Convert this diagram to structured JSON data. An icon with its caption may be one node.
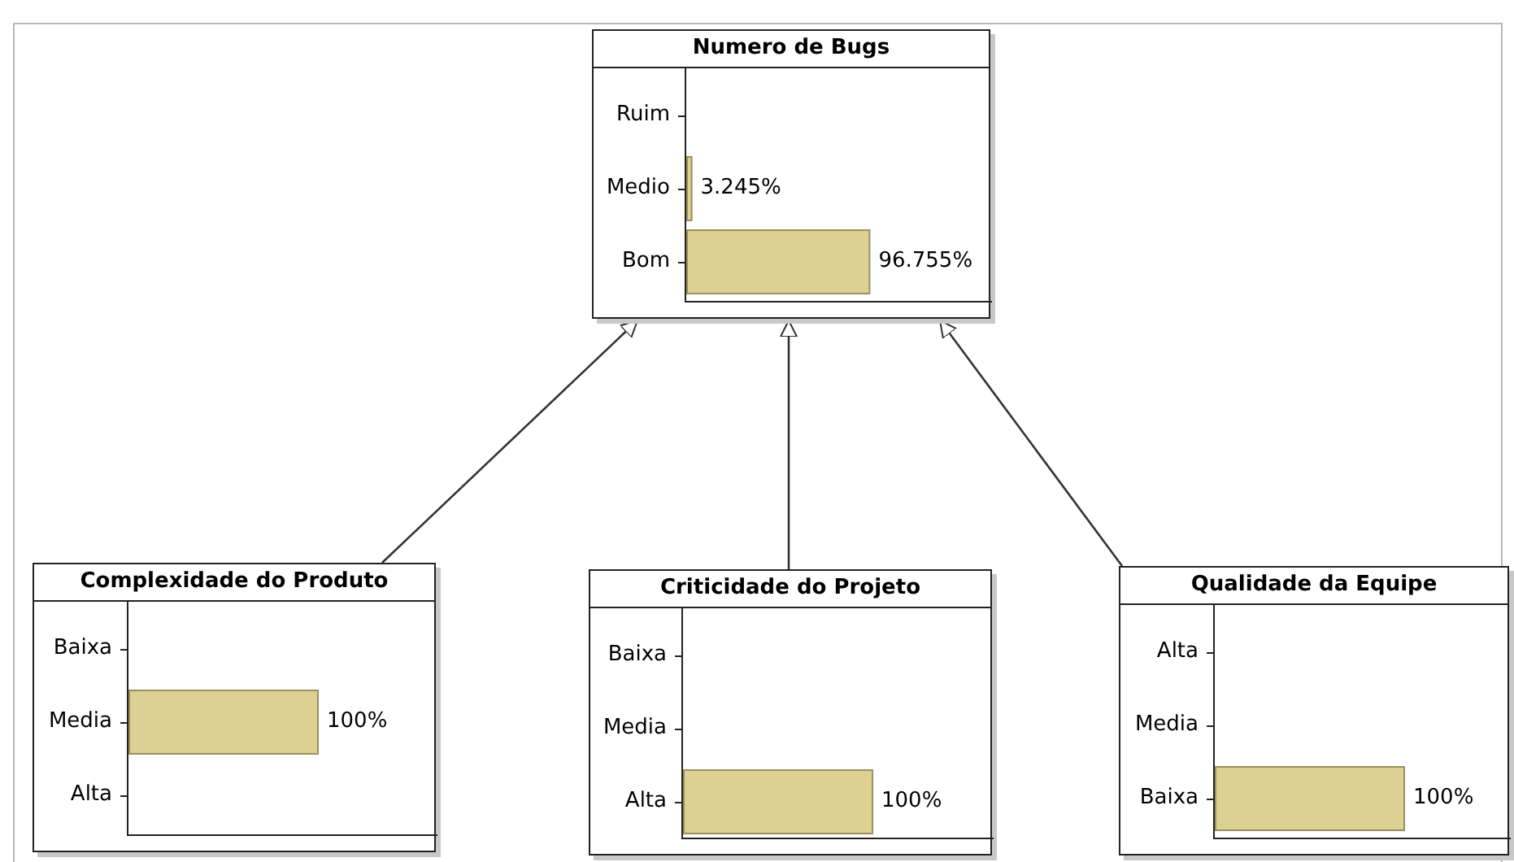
{
  "diagram": {
    "nodes": [
      {
        "text": [
          "Numero de Bugs",
          "Ruim",
          "Medio",
          "3.245%",
          "Bom",
          "96.755%"
        ]
      },
      {
        "text": [
          "Complexidade do Produto",
          "Baixa",
          "Media",
          "100%",
          "Alta"
        ]
      },
      {
        "text": [
          "Criticidade do Projeto",
          "Baixa",
          "Media",
          "Alta",
          "100%"
        ]
      },
      {
        "text": [
          "Qualidade da Equipe",
          "Alta",
          "Media",
          "Baixa",
          "100%"
        ]
      }
    ],
    "edges": [
      {
        "from": 1,
        "to": 0,
        "arrow": "to"
      },
      {
        "from": 2,
        "to": 0,
        "arrow": "to"
      },
      {
        "from": 3,
        "to": 0,
        "arrow": "to"
      }
    ]
  }
}
